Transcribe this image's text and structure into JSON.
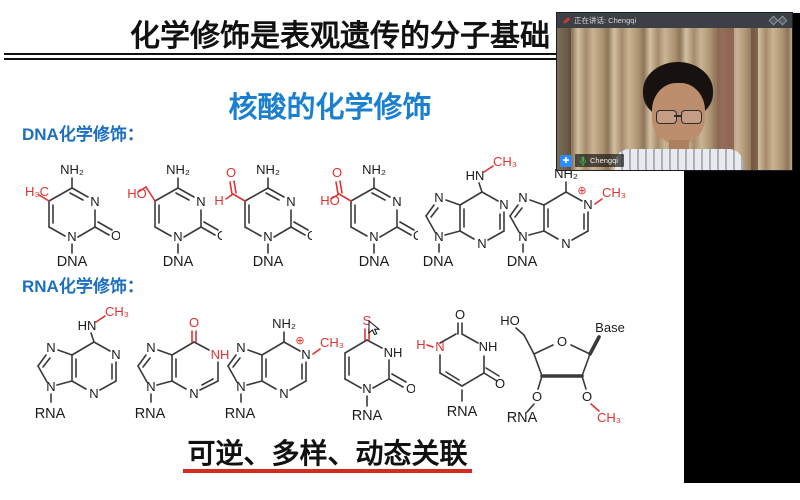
{
  "slide": {
    "title": "化学修饰是表观遗传的分子基础",
    "subtitle": "核酸的化学修饰",
    "dna_heading": "DNA化学修饰：",
    "rna_heading": "RNA化学修饰：",
    "footer": "可逆、多样、动态关联"
  },
  "video": {
    "header_label": "正在讲话: Chengqi",
    "participant_name": "Chengqi",
    "badge_glyph": "✚"
  },
  "colors": {
    "heading_blue": "#1b7fd0",
    "highlight_red": "#e03232",
    "bond_gray": "#3a3a3a",
    "underline_red": "#d42a20",
    "badge_blue": "#2d8cff",
    "mic_green": "#3fae4a"
  },
  "molecules": {
    "dna": [
      {
        "sub": "H₃C",
        "nh2": "NH₂",
        "n3": "N",
        "n1": "N",
        "o": "O",
        "tail": "DNA"
      },
      {
        "sub": "HO",
        "nh2": "NH₂",
        "n3": "N",
        "n1": "N",
        "o": "O",
        "tail": "DNA"
      },
      {
        "sub_o": "O",
        "sub_h": "H",
        "nh2": "NH₂",
        "n3": "N",
        "n1": "N",
        "o": "O",
        "tail": "DNA"
      },
      {
        "sub_o": "O",
        "sub_ho": "HO",
        "nh2": "NH₂",
        "n3": "N",
        "n1": "N",
        "o": "O",
        "tail": "DNA"
      },
      {
        "hn": "HN",
        "ch3": "CH₃",
        "n1": "N",
        "n3": "N",
        "n7": "N",
        "n9": "N",
        "tail": "DNA"
      },
      {
        "nh2": "NH₂",
        "plus": "⊕",
        "ch3": "CH₃",
        "n1": "N",
        "n3": "N",
        "n7": "N",
        "n9": "N",
        "tail": "DNA"
      }
    ],
    "rna": [
      {
        "hn": "HN",
        "ch3": "CH₃",
        "n1": "N",
        "n3": "N",
        "n7": "N",
        "n9": "N",
        "tail": "RNA"
      },
      {
        "o": "O",
        "nh": "NH",
        "n3": "N",
        "n7": "N",
        "n9": "N",
        "tail": "RNA"
      },
      {
        "nh2": "NH₂",
        "plus": "⊕",
        "ch3": "CH₃",
        "n1": "N",
        "n3": "N",
        "n7": "N",
        "n9": "N",
        "tail": "RNA"
      },
      {
        "s": "S",
        "nh": "NH",
        "o": "O",
        "n1": "N",
        "tail": "RNA"
      },
      {
        "h": "H",
        "n1": "N",
        "o_top": "O",
        "nh": "NH",
        "o4": "O",
        "tail": "RNA"
      },
      {
        "ho": "HO",
        "o_ring": "O",
        "base": "Base",
        "o3": "O",
        "o2": "O",
        "ch3": "CH₃",
        "tail": "RNA"
      }
    ]
  }
}
